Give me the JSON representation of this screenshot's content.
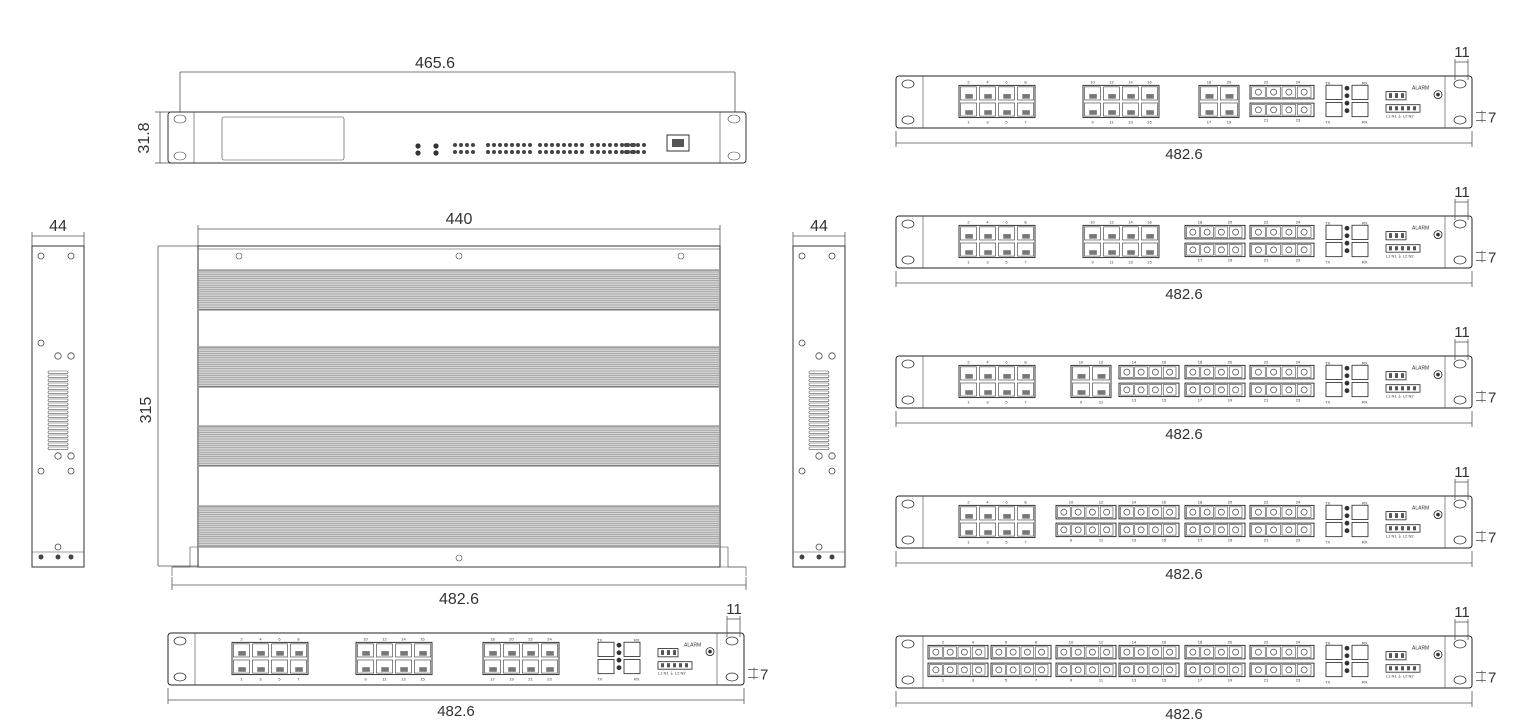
{
  "dimensions": {
    "front_width": "465.6",
    "front_height": "31.8",
    "top_width": "440",
    "top_depth": "315",
    "side_width": "44",
    "rack_width": "482.6",
    "ear_width": "11",
    "ear_offset": "7"
  },
  "panel_labels": {
    "port_tops": [
      "2",
      "4",
      "6",
      "8",
      "10",
      "12",
      "14",
      "16",
      "18",
      "20",
      "22",
      "24"
    ],
    "port_bottoms": [
      "1",
      "3",
      "5",
      "7",
      "9",
      "11",
      "13",
      "15",
      "17",
      "19",
      "21",
      "23"
    ],
    "alarm": "ALARM",
    "power": "L1 N1 ⏚ L2 N2",
    "sfp_tx": "TX",
    "sfp_rx": "RX"
  },
  "variants": [
    {
      "rj45_groups": 3,
      "fiber_groups": 0
    },
    {
      "rj45_groups": 2,
      "fiber_pairs": 2
    },
    {
      "rj45_groups": 2,
      "fiber_pairs": 4
    },
    {
      "rj45_groups": 1,
      "rj45_small": 1,
      "fiber_pairs": 6
    },
    {
      "rj45_groups": 1,
      "fiber_pairs": 8
    },
    {
      "rj45_groups": 0,
      "fiber_pairs": 12
    }
  ]
}
